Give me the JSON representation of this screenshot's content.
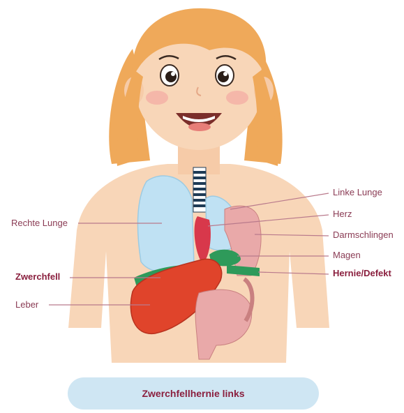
{
  "labels": {
    "rechte_lunge": "Rechte Lunge",
    "zwerchfell": "Zwerchfell",
    "leber": "Leber",
    "linke_lunge": "Linke Lunge",
    "herz": "Herz",
    "darmschlingen": "Darmschlingen",
    "magen": "Magen",
    "hernie_defekt": "Hernie/Defekt"
  },
  "caption": "Zwerchfellhernie links",
  "colors": {
    "label_text": "#8a3b54",
    "bold_label": "#8a1f3e",
    "leader_line": "#b97a8c",
    "skin": "#f8d6b8",
    "hair": "#efa95a",
    "lung": "#bfe1f3",
    "liver": "#e0442b",
    "diaphragm": "#2e9a5a",
    "intestine": "#e9a9a9",
    "caption_bg": "#cfe6f3"
  }
}
